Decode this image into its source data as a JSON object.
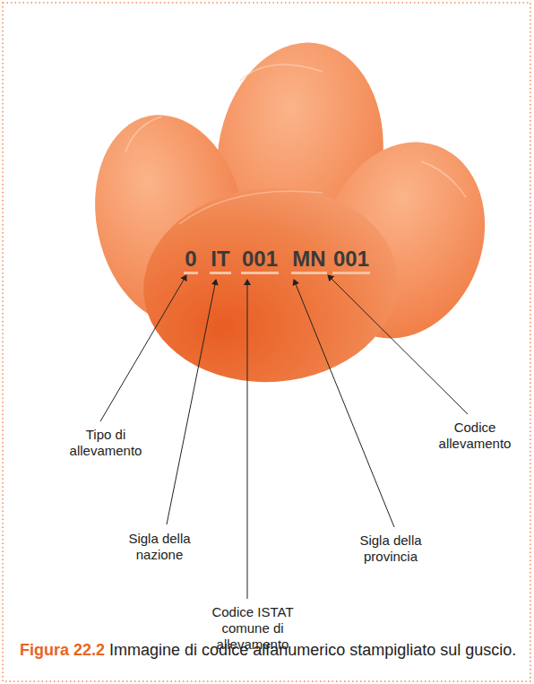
{
  "diagram": {
    "caption": "Immagine di codice alfanumerico stampigliato sul guscio.",
    "labels": [
      "0",
      "IT",
      "001",
      "MN",
      "001",
      "Tipo di allevamento",
      "Sigla della nazione",
      "Codice ISTAT comune di allevamento",
      "Sigla della provincia",
      "Codice allevamento",
      "Figura 22.2"
    ]
  }
}
